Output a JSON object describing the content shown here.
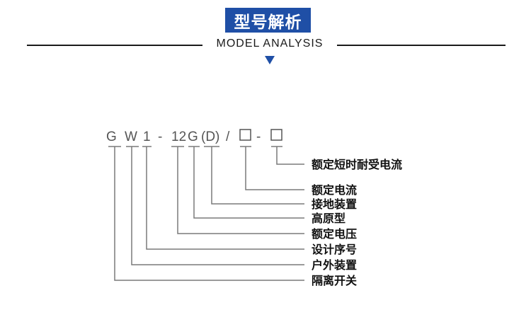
{
  "header": {
    "title": "型号解析",
    "subtitle": "MODEL ANALYSIS"
  },
  "model_code": {
    "chars": [
      "G",
      "W",
      "1",
      "-",
      "12",
      "G",
      "(D)",
      "/",
      "□",
      "-",
      "□"
    ]
  },
  "labels": [
    "额定短时耐受电流",
    "额定电流",
    "接地装置",
    "高原型",
    "额定电压",
    "设计序号",
    "户外装置",
    "隔离开关"
  ],
  "colors": {
    "accent": "#1f4fa6",
    "line": "#7a7a7a",
    "text": "#111111"
  }
}
